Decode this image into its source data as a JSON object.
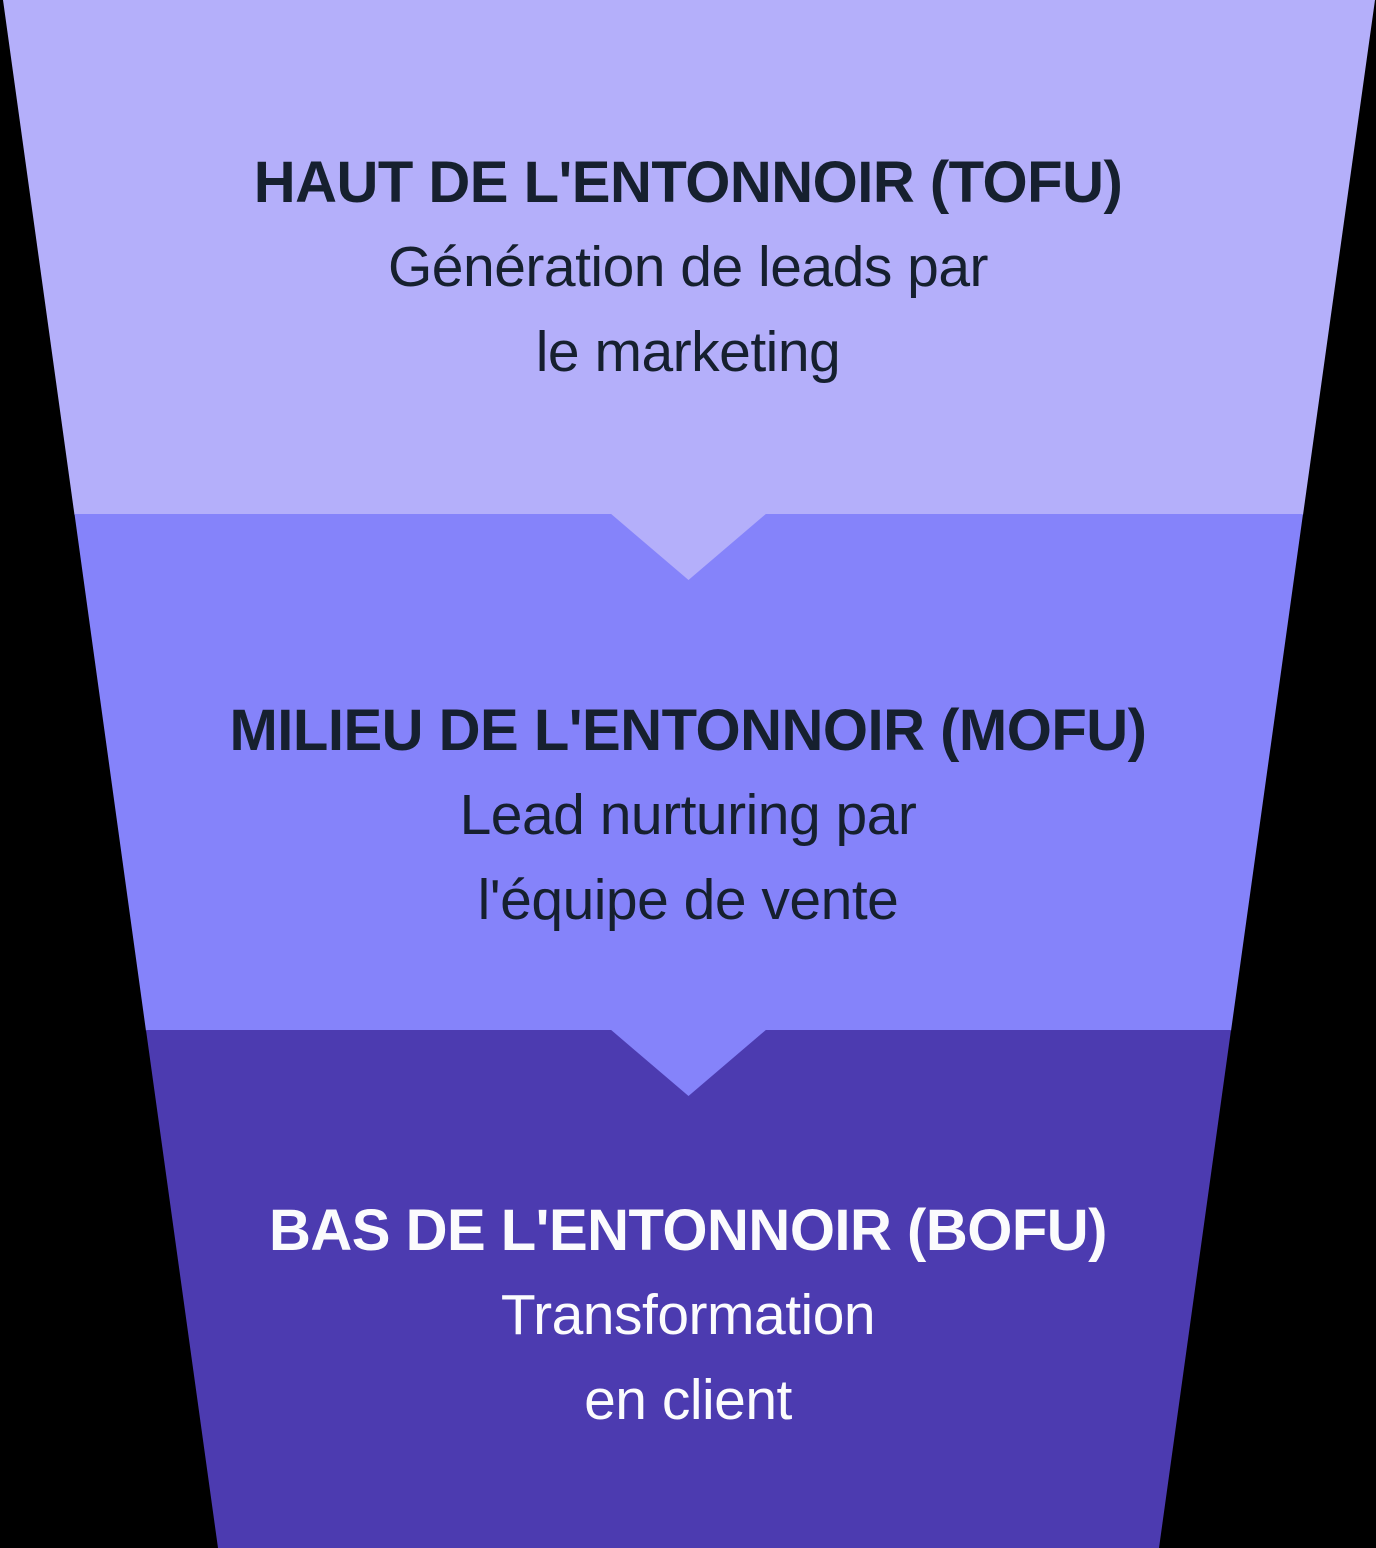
{
  "diagram": {
    "kind": "inverted-funnel",
    "background_color": "#000000",
    "sections": [
      {
        "id": "tofu",
        "title": "HAUT DE L'ENTONNOIR (TOFU)",
        "subtitle_line1": "Génération de leads par",
        "subtitle_line2": "le marketing",
        "fill_color": "#B4AFFA",
        "text_color": "#16202F"
      },
      {
        "id": "mofu",
        "title": "MILIEU DE L'ENTONNOIR (MOFU)",
        "subtitle_line1": "Lead nurturing par",
        "subtitle_line2": "l'équipe de vente",
        "fill_color": "#8583FA",
        "text_color": "#16202F"
      },
      {
        "id": "bofu",
        "title": "BAS DE L'ENTONNOIR (BOFU)",
        "subtitle_line1": "Transformation",
        "subtitle_line2": "en client",
        "fill_color": "#4C3BB0",
        "text_color": "#FBFBFD"
      }
    ]
  }
}
